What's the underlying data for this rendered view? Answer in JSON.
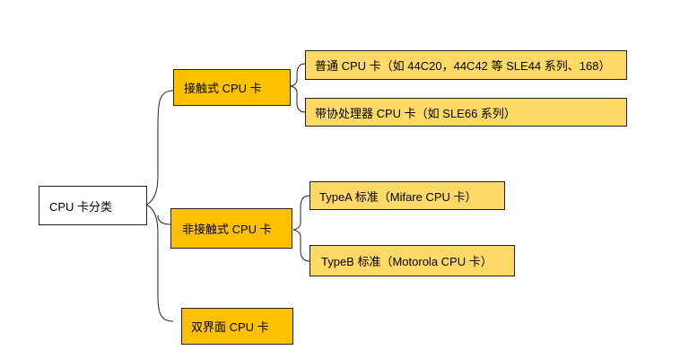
{
  "diagram": {
    "root": {
      "label": "CPU 卡分类"
    },
    "categories": [
      {
        "label": "接触式 CPU 卡",
        "children": [
          {
            "label": "普通 CPU 卡（如 44C20，44C42 等 SLE44 系列、168）"
          },
          {
            "label": "带协处理器 CPU 卡（如 SLE66 系列）"
          }
        ]
      },
      {
        "label": "非接触式 CPU 卡",
        "children": [
          {
            "label": "TypeA 标准（Mifare CPU 卡）"
          },
          {
            "label": "TypeB 标准（Motorola CPU 卡）"
          }
        ]
      },
      {
        "label": "双界面 CPU 卡",
        "children": []
      }
    ],
    "colors": {
      "root_fill": "#ffffff",
      "category_fill": "#ffc000",
      "leaf_fill": "#ffd966",
      "stroke": "#222222"
    }
  }
}
